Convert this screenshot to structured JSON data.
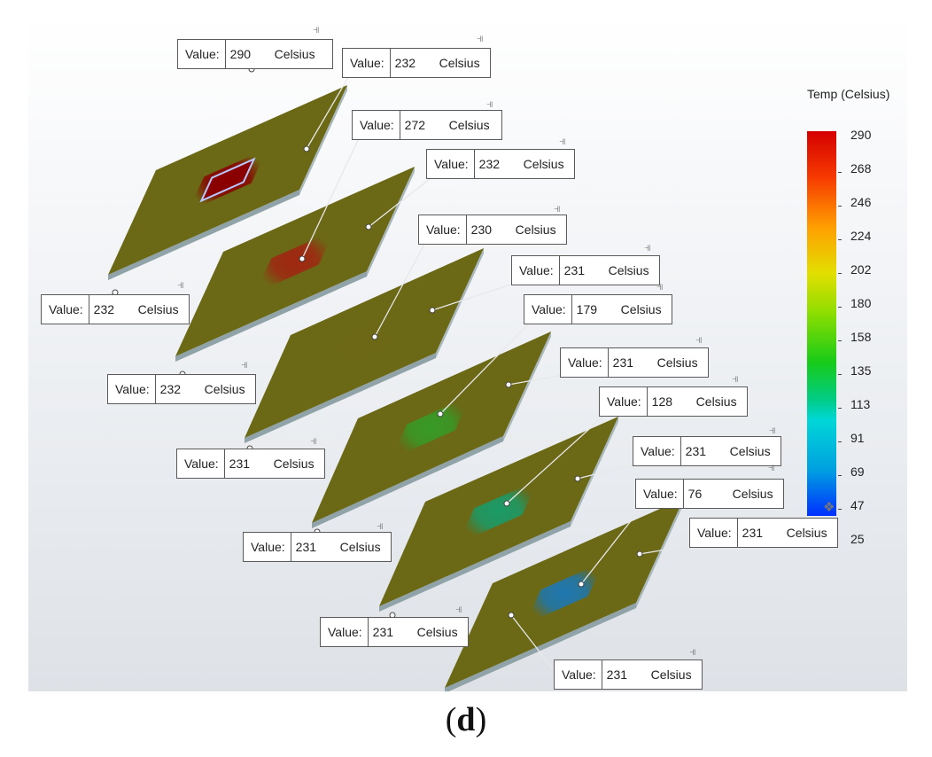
{
  "legend": {
    "title": "Temp (Celsius)",
    "ticks": [
      "290",
      "268",
      "246",
      "224",
      "202",
      "180",
      "158",
      "135",
      "113",
      "91",
      "69",
      "47",
      "25"
    ]
  },
  "plates": [
    {
      "center_value": "290",
      "hot_color": "#8a0000",
      "hot_alpha": 0.95,
      "outlined": true
    },
    {
      "center_value": "272",
      "hot_color": "#a81c10",
      "hot_alpha": 0.85,
      "outlined": false
    },
    {
      "center_value": "230",
      "hot_color": "#6e6a10",
      "hot_alpha": 0.2,
      "outlined": false
    },
    {
      "center_value": "179",
      "hot_color": "#2aa62a",
      "hot_alpha": 0.8,
      "outlined": false
    },
    {
      "center_value": "128",
      "hot_color": "#12a070",
      "hot_alpha": 0.9,
      "outlined": false
    },
    {
      "center_value": "76",
      "hot_color": "#1a78b8",
      "hot_alpha": 0.95,
      "outlined": false
    }
  ],
  "probes": [
    {
      "label": "Value:",
      "value": "290",
      "unit": "Celsius"
    },
    {
      "label": "Value:",
      "value": "232",
      "unit": "Celsius"
    },
    {
      "label": "Value:",
      "value": "232",
      "unit": "Celsius"
    },
    {
      "label": "Value:",
      "value": "272",
      "unit": "Celsius"
    },
    {
      "label": "Value:",
      "value": "232",
      "unit": "Celsius"
    },
    {
      "label": "Value:",
      "value": "232",
      "unit": "Celsius"
    },
    {
      "label": "Value:",
      "value": "230",
      "unit": "Celsius"
    },
    {
      "label": "Value:",
      "value": "231",
      "unit": "Celsius"
    },
    {
      "label": "Value:",
      "value": "231",
      "unit": "Celsius"
    },
    {
      "label": "Value:",
      "value": "179",
      "unit": "Celsius"
    },
    {
      "label": "Value:",
      "value": "231",
      "unit": "Celsius"
    },
    {
      "label": "Value:",
      "value": "231",
      "unit": "Celsius"
    },
    {
      "label": "Value:",
      "value": "128",
      "unit": "Celsius"
    },
    {
      "label": "Value:",
      "value": "231",
      "unit": "Celsius"
    },
    {
      "label": "Value:",
      "value": "231",
      "unit": "Celsius"
    },
    {
      "label": "Value:",
      "value": "76",
      "unit": "Celsius"
    },
    {
      "label": "Value:",
      "value": "231",
      "unit": "Celsius"
    },
    {
      "label": "Value:",
      "value": "231",
      "unit": "Celsius"
    }
  ],
  "icons": {
    "pin": "pushpin-icon"
  },
  "colors": {
    "plate_base": "#6b6816",
    "plate_edge": "#8fa3a8"
  },
  "caption": "(d)"
}
